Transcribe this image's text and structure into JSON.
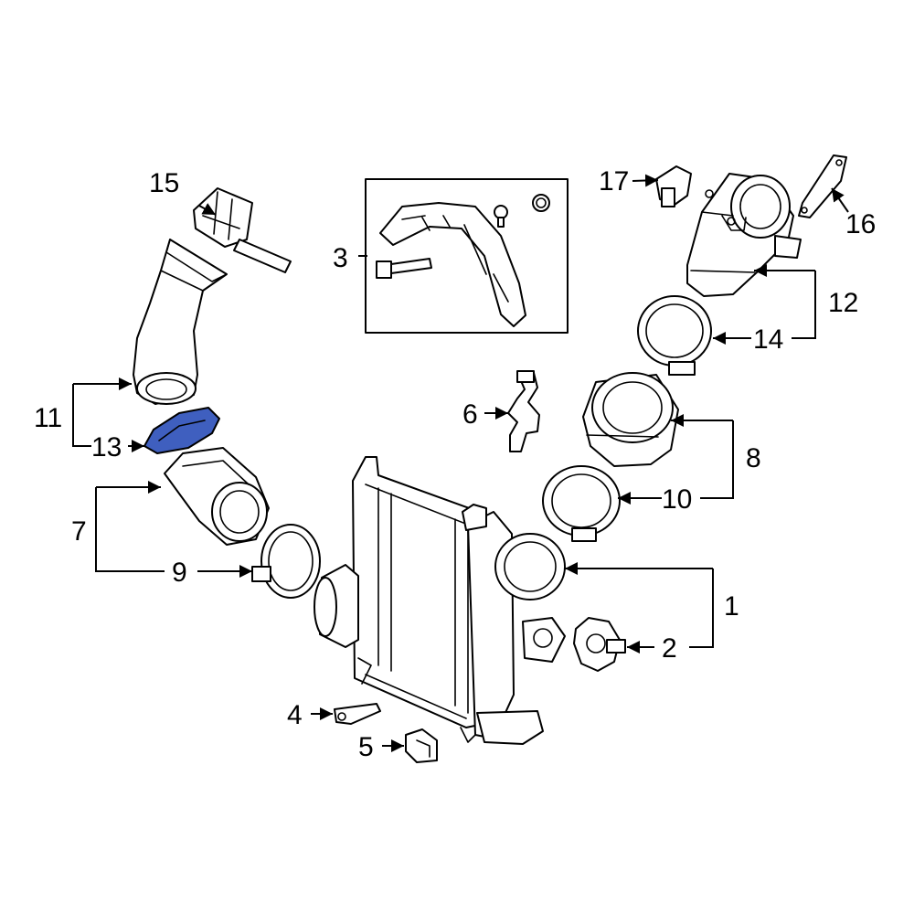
{
  "colors": {
    "highlight": "#3f5fbf",
    "line": "#000000",
    "background": "#ffffff"
  },
  "callouts": {
    "c1": "1",
    "c2": "2",
    "c3": "3",
    "c4": "4",
    "c5": "5",
    "c6": "6",
    "c7": "7",
    "c8": "8",
    "c9": "9",
    "c10": "10",
    "c11": "11",
    "c12": "12",
    "c13": "13",
    "c14": "14",
    "c15": "15",
    "c16": "16",
    "c17": "17"
  },
  "highlighted_part": "13"
}
